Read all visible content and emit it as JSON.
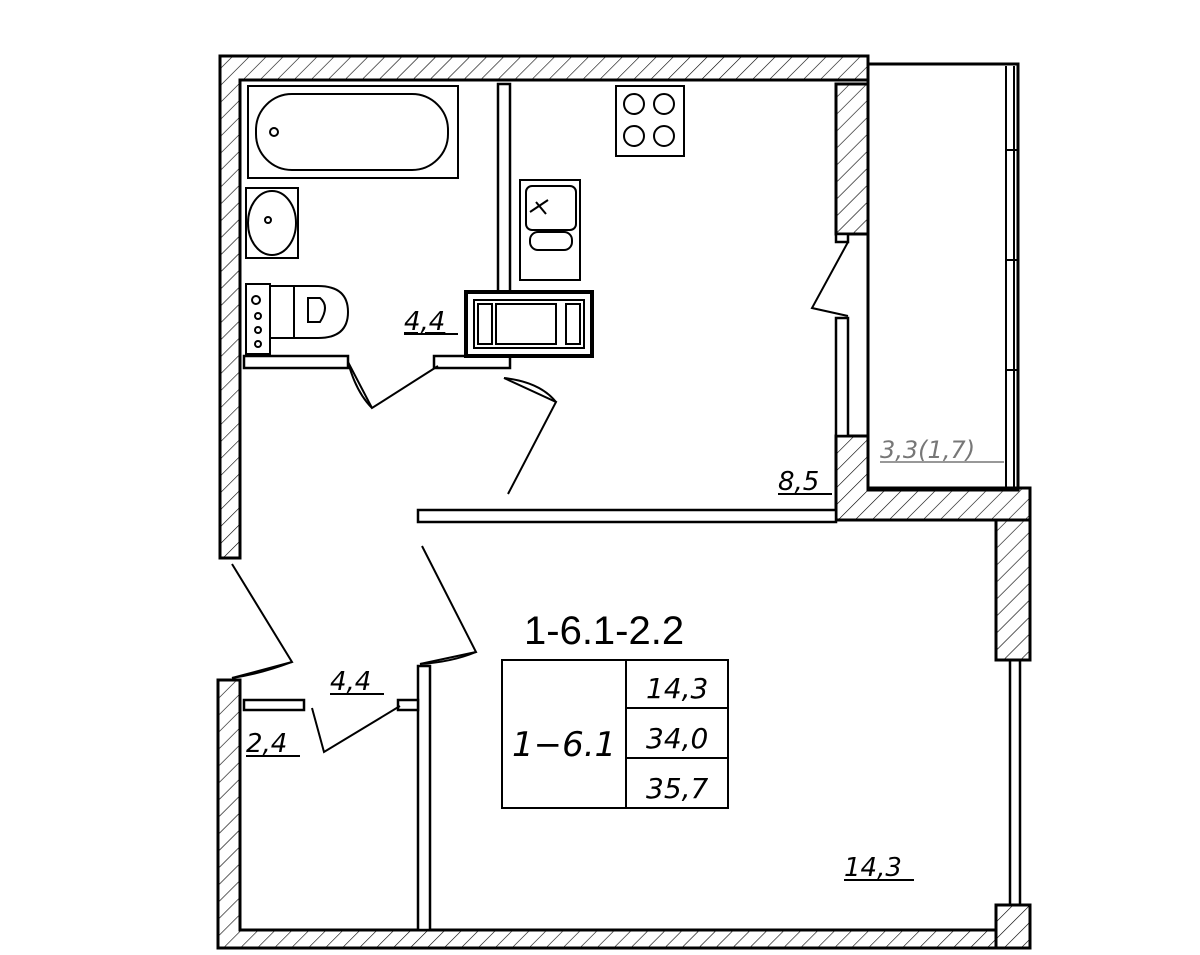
{
  "plan": {
    "apartment_code": "1-6.1-2.2",
    "rooms": {
      "bathroom_area": "4,4",
      "kitchen_area": "8,5",
      "balcony_area": "3,3(1,7)",
      "hallway_area": "4,4",
      "storage_area": "2,4",
      "living_room_area": "14,3"
    },
    "summary_table": {
      "unit_label": "1−6.1",
      "living_area": "14,3",
      "total_area": "34,0",
      "total_with_balcony": "35,7"
    }
  }
}
